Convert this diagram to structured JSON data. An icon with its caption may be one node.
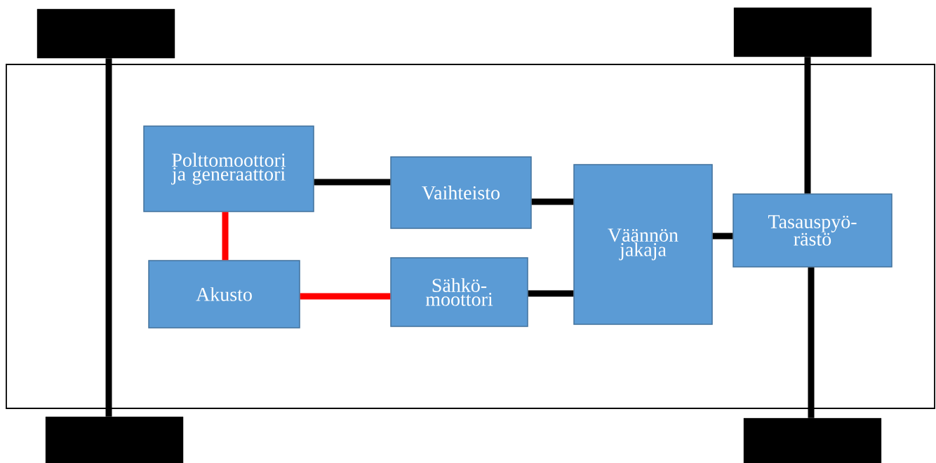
{
  "diagram": {
    "nodes": [
      {
        "text": [],
        "shape": "box"
      },
      {
        "text": [],
        "shape": "box"
      },
      {
        "text": [],
        "shape": "box"
      },
      {
        "text": [
          "Polttomoottori ja generaattori"
        ],
        "in": 2
      },
      {
        "text": [
          "Vaihteisto"
        ],
        "in": 2
      },
      {
        "text": [
          "Väännön jakaja"
        ],
        "in": 2
      },
      {
        "text": [
          "Tasauspyö- rästö"
        ],
        "in": 2
      },
      {
        "text": [
          "Akusto"
        ],
        "in": 2
      },
      {
        "text": [
          "Sähkö- moottori"
        ],
        "in": 2
      },
      {
        "text": [],
        "shape": "box"
      },
      {
        "text": [],
        "shape": "box"
      }
    ],
    "edges": [
      {
        "from": 3,
        "to": 4,
        "arrow": "none"
      },
      {
        "from": 4,
        "to": 5,
        "arrow": "none"
      },
      {
        "from": 8,
        "to": 5,
        "arrow": "none"
      },
      {
        "from": 5,
        "to": 6,
        "arrow": "none"
      },
      {
        "from": 3,
        "to": 7,
        "arrow": "none",
        "color": "#ff0000"
      },
      {
        "from": 7,
        "to": 8,
        "arrow": "none",
        "color": "#ff0000"
      },
      {
        "from": 1,
        "to": 6,
        "arrow": "none"
      },
      {
        "from": 6,
        "to": 10,
        "arrow": "none"
      },
      {
        "from": 0,
        "to": 9,
        "arrow": "none"
      }
    ]
  }
}
